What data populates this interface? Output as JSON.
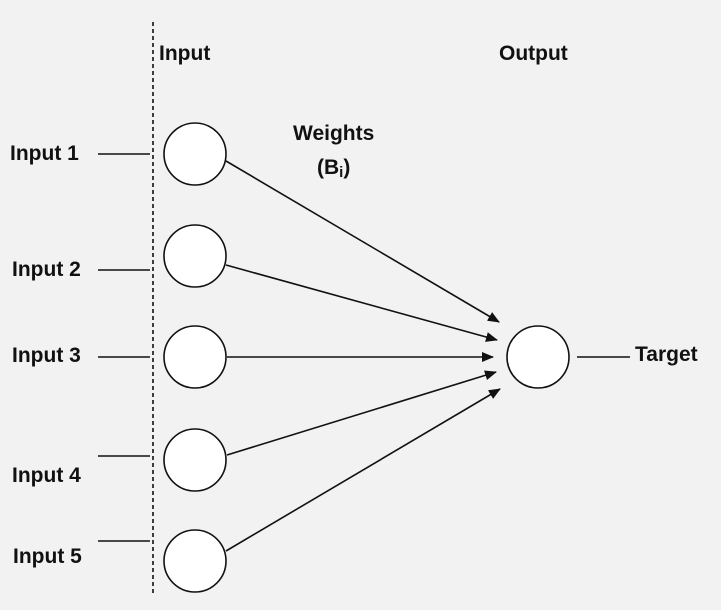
{
  "headers": {
    "input": "Input",
    "output": "Output"
  },
  "weights": {
    "label": "Weights",
    "symbol_base": "(B",
    "symbol_sub": "i",
    "symbol_close": ")"
  },
  "inputs": [
    "Input 1",
    "Input 2",
    "Input 3",
    "Input 4",
    "Input 5"
  ],
  "target": "Target",
  "colors": {
    "background": "#f2f2f2",
    "stroke": "#111111",
    "node_fill": "#ffffff"
  }
}
